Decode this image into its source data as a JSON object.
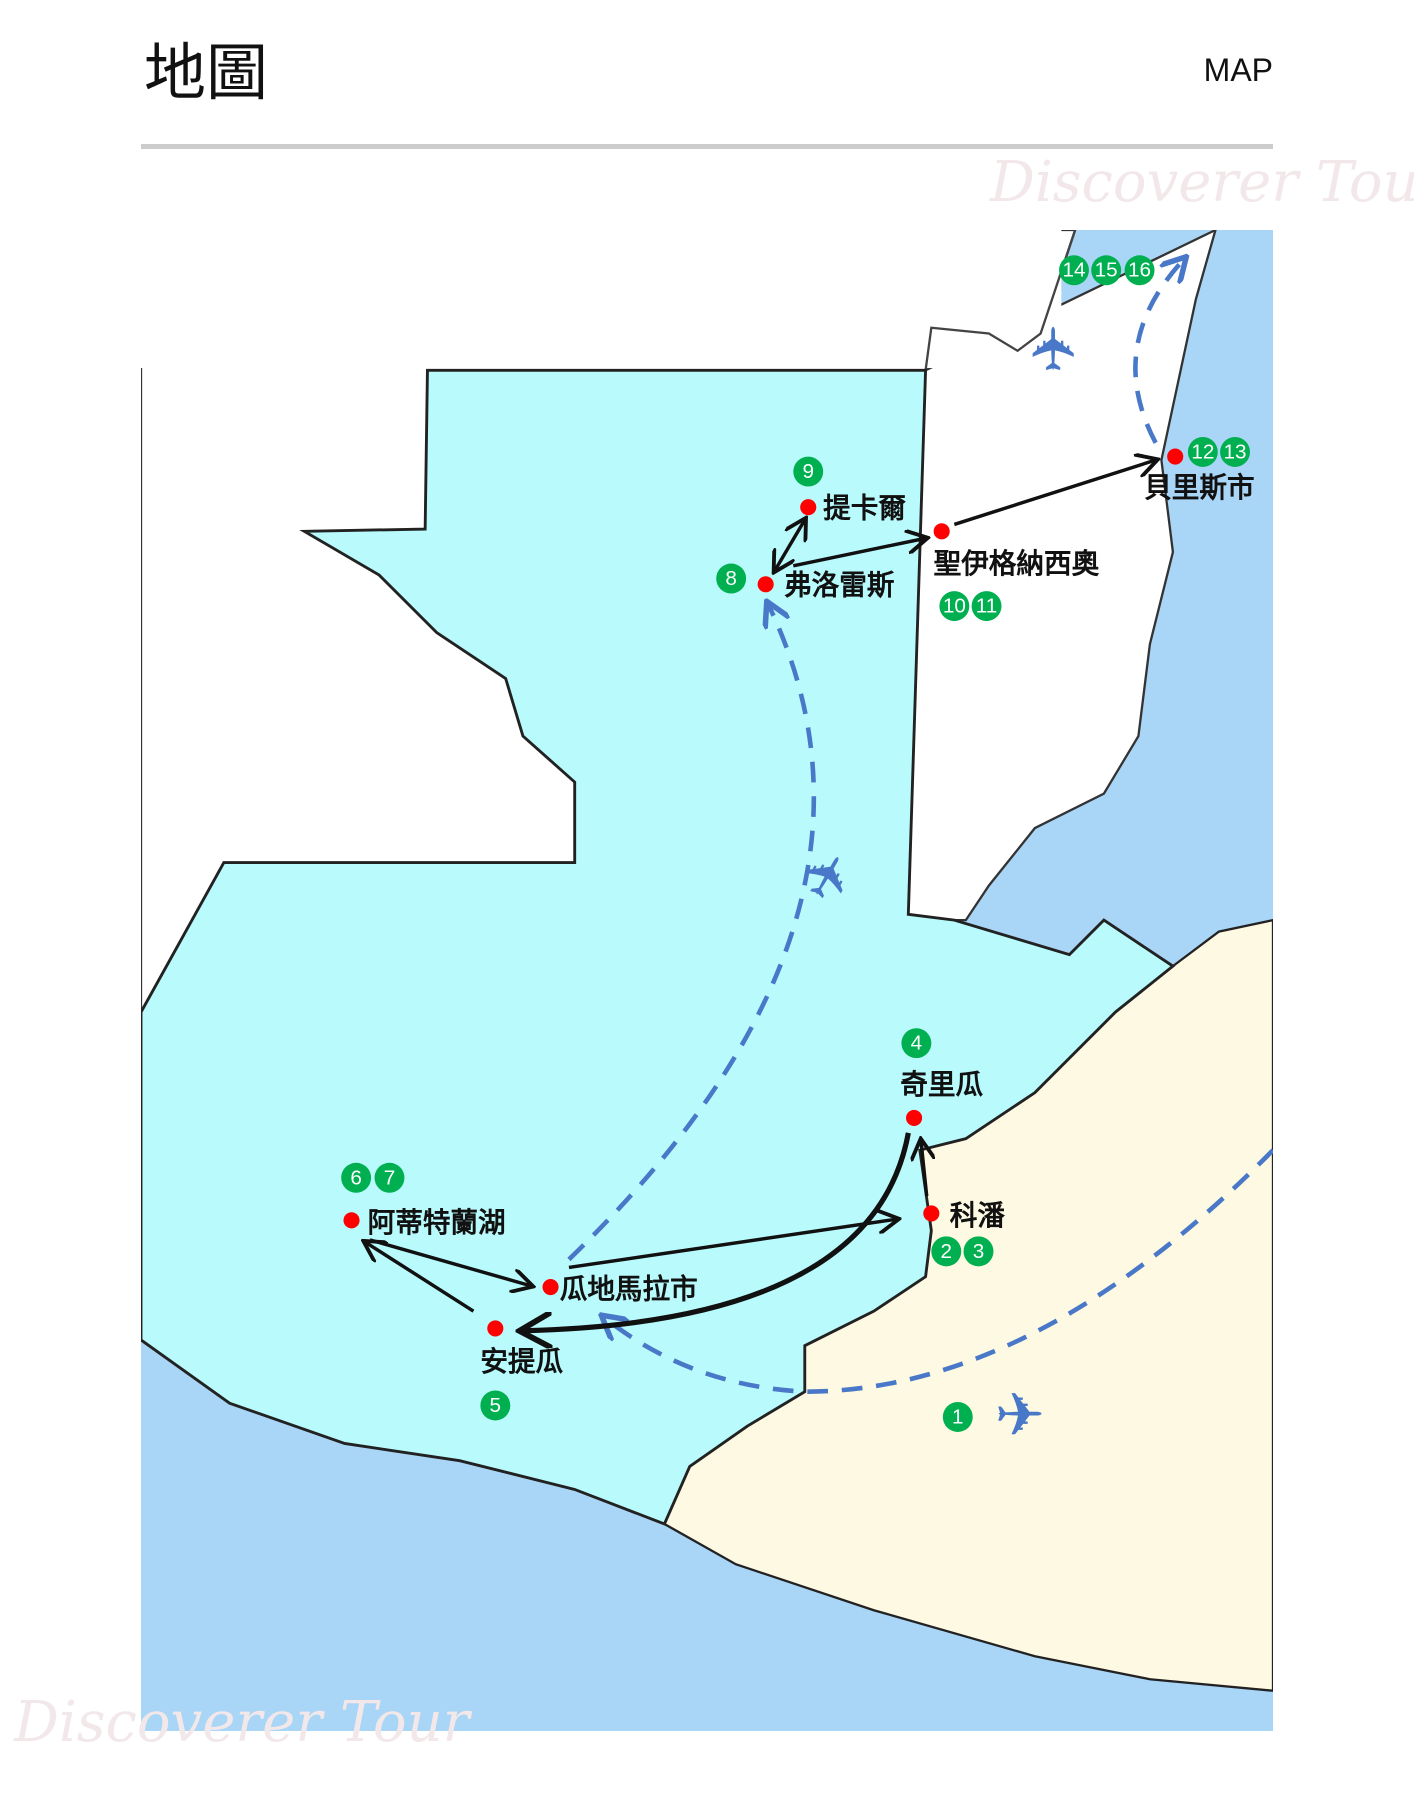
{
  "header": {
    "title": "地圖",
    "subtitle": "MAP"
  },
  "watermark": "Discoverer Tour",
  "colors": {
    "sea": "#a9d5f6",
    "guatemala": "#b9fbfd",
    "honduras": "#fef9e2",
    "route_dash": "#4a78c8",
    "city_dot": "#ff0000",
    "badge": "#00b050"
  },
  "cities": [
    {
      "name": "提卡爾",
      "badges": [
        "9"
      ]
    },
    {
      "name": "弗洛雷斯",
      "badges": [
        "8"
      ]
    },
    {
      "name": "聖伊格納西奧",
      "badges": [
        "10",
        "11"
      ]
    },
    {
      "name": "貝里斯市",
      "badges": [
        "12",
        "13"
      ]
    },
    {
      "name": "奇里瓜",
      "badges": [
        "4"
      ]
    },
    {
      "name": "科潘",
      "badges": [
        "2",
        "3"
      ]
    },
    {
      "name": "阿蒂特蘭湖",
      "badges": [
        "6",
        "7"
      ]
    },
    {
      "name": "瓜地馬拉市",
      "badges": []
    },
    {
      "name": "安提瓜",
      "badges": [
        "5"
      ]
    }
  ],
  "extra_badges": {
    "arrival": "1",
    "departure": [
      "14",
      "15",
      "16"
    ]
  },
  "icons": {
    "plane": "airplane-icon"
  }
}
